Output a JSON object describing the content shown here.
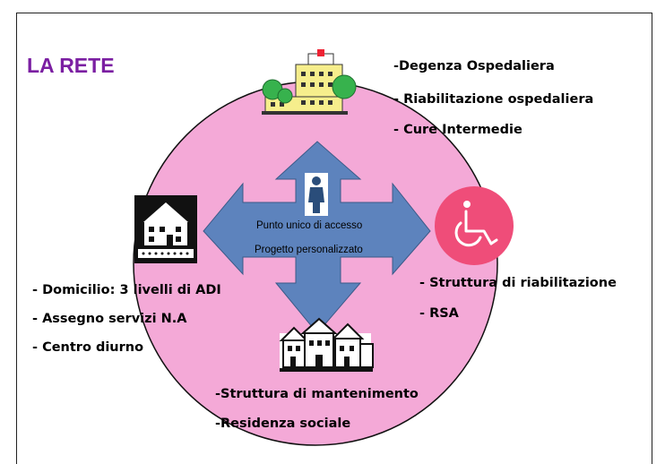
{
  "title": "LA RETE",
  "colors": {
    "circle": "#f4a9d7",
    "arrows": "#5d83bd",
    "title": "#7b1fa2",
    "wheelchair_circle": "#ef4d79"
  },
  "center": {
    "line1": "Punto unico di accesso",
    "line2": "Progetto personalizzato"
  },
  "top_list": [
    "-Degenza Ospedaliera",
    "- Riabilitazione ospedaliera",
    "- Cure Intermedie"
  ],
  "left_list": [
    "- Domicilio: 3 livelli di ADI",
    "- Assegno servizi N.A",
    "- Centro diurno"
  ],
  "right_list": [
    "-  Struttura di riabilitazione",
    "-  RSA"
  ],
  "bottom_list": [
    "-Struttura di mantenimento",
    "-Residenza sociale"
  ],
  "icons": {
    "top": "hospital-icon",
    "left": "house-icon",
    "right": "wheelchair-icon",
    "bottom": "houses-icon",
    "center": "person-icon"
  }
}
